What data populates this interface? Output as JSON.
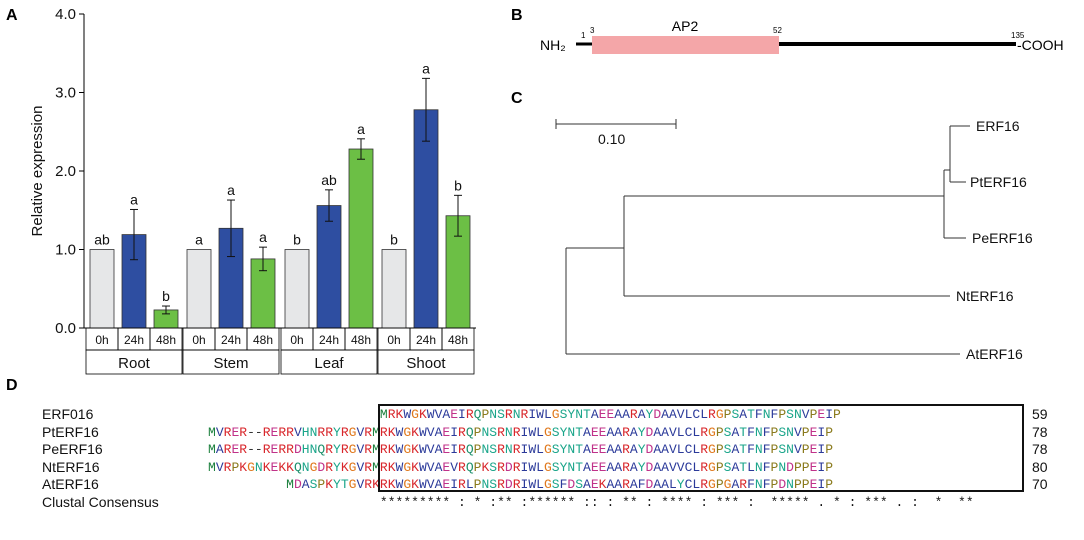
{
  "panels": {
    "A": "A",
    "B": "B",
    "C": "C",
    "D": "D"
  },
  "chart_data": {
    "type": "bar",
    "ylabel": "Relative expression",
    "ylim": [
      0,
      4.0
    ],
    "yticks": [
      "0.0",
      "1.0",
      "2.0",
      "3.0",
      "4.0"
    ],
    "groups": [
      {
        "name": "Root",
        "bars": [
          {
            "time": "0h",
            "value": 1.0,
            "err": 0,
            "letter": "ab"
          },
          {
            "time": "24h",
            "value": 1.19,
            "err": 0.32,
            "letter": "a"
          },
          {
            "time": "48h",
            "value": 0.23,
            "err": 0.05,
            "letter": "b"
          }
        ]
      },
      {
        "name": "Stem",
        "bars": [
          {
            "time": "0h",
            "value": 1.0,
            "err": 0,
            "letter": "a"
          },
          {
            "time": "24h",
            "value": 1.27,
            "err": 0.36,
            "letter": "a"
          },
          {
            "time": "48h",
            "value": 0.88,
            "err": 0.15,
            "letter": "a"
          }
        ]
      },
      {
        "name": "Leaf",
        "bars": [
          {
            "time": "0h",
            "value": 1.0,
            "err": 0,
            "letter": "b"
          },
          {
            "time": "24h",
            "value": 1.56,
            "err": 0.2,
            "letter": "ab"
          },
          {
            "time": "48h",
            "value": 2.28,
            "err": 0.13,
            "letter": "a"
          }
        ]
      },
      {
        "name": "Shoot",
        "bars": [
          {
            "time": "0h",
            "value": 1.0,
            "err": 0,
            "letter": "b"
          },
          {
            "time": "24h",
            "value": 2.78,
            "err": 0.4,
            "letter": "a"
          },
          {
            "time": "48h",
            "value": 1.43,
            "err": 0.26,
            "letter": "b"
          }
        ]
      }
    ],
    "colors": {
      "0h": "#e6e7e8",
      "24h": "#2e4ea1",
      "48h": "#6cbf45"
    }
  },
  "domain_diagram": {
    "n_term": "NH₂",
    "c_term": "-COOH",
    "domain_label": "AP2",
    "start": "1",
    "domain_start": "3",
    "domain_end": "52",
    "end": "135",
    "domain_color": "#f4a6a8"
  },
  "tree": {
    "scale_label": "0.10",
    "leaves": [
      "ERF16",
      "PtERF16",
      "PeERF16",
      "NtERF16",
      "AtERF16"
    ]
  },
  "alignment": {
    "rows": [
      {
        "name": "ERF016",
        "seq": "                      MRKWGKWVAEIRQPNSRNRIWLGSYNTAEEAARAYDAAVLCLRGPSATFNFPSNVPEIP",
        "count": "59"
      },
      {
        "name": "PtERF16",
        "seq": "MVRER--RERRVHNRRYRGVRMRKWGKWVAEIRQPNSRNRIWLGSYNTAEEAARAYDAAVLCLRGPSATFNFPSNVPEIP",
        "count": "78"
      },
      {
        "name": "PeERF16",
        "seq": "MARER--RERRDHNQRYRGVRMRKWGKWVAEIRQPNSRNRIWLGSYNTAEEAARAYDAAVLCLRGPSATFNFPSNVPEIP",
        "count": "78"
      },
      {
        "name": "NtERF16",
        "seq": "MVRPKGNKEKKQNGDRYKGVRMRKWGKWVAEVRQPKSRDRIWLGSYNTAEEAARAYDAAVVCLRGPSATLNFPNDPPEIP",
        "count": "80"
      },
      {
        "name": "AtERF16",
        "seq": "          MDASPKYTGVRKRKWGKWVAEIRLPNSRDRIWLGSFDSAEKAARAFDAALYCLRGPGARFNFPDNPPEIP",
        "count": "70"
      },
      {
        "name": "Clustal Consensus",
        "seq": "                      ********* : * :** :****** :: : ** : **** : *** :  ***** . * : *** . :  *  **",
        "count": ""
      }
    ]
  }
}
